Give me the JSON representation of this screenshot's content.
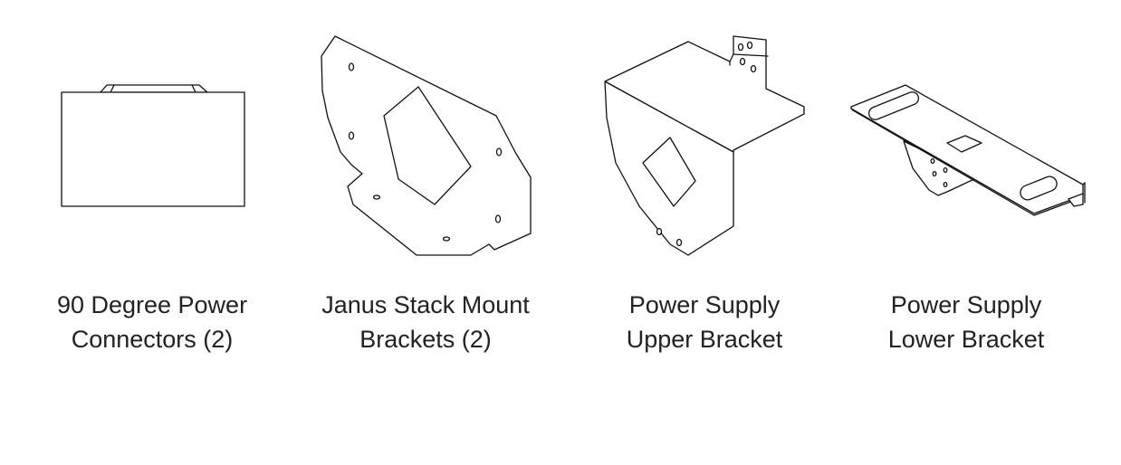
{
  "parts": [
    {
      "icon": "power-connector-90-degree",
      "caption_line1": "90 Degree Power",
      "caption_line2": "Connectors (2)"
    },
    {
      "icon": "janus-stack-mount-bracket",
      "caption_line1": "Janus Stack Mount",
      "caption_line2": "Brackets (2)"
    },
    {
      "icon": "power-supply-upper-bracket",
      "caption_line1": "Power Supply",
      "caption_line2": "Upper Bracket"
    },
    {
      "icon": "power-supply-lower-bracket",
      "caption_line1": "Power Supply",
      "caption_line2": "Lower Bracket"
    }
  ],
  "colors": {
    "line": "#111111",
    "text": "#222222",
    "background": "#ffffff"
  }
}
